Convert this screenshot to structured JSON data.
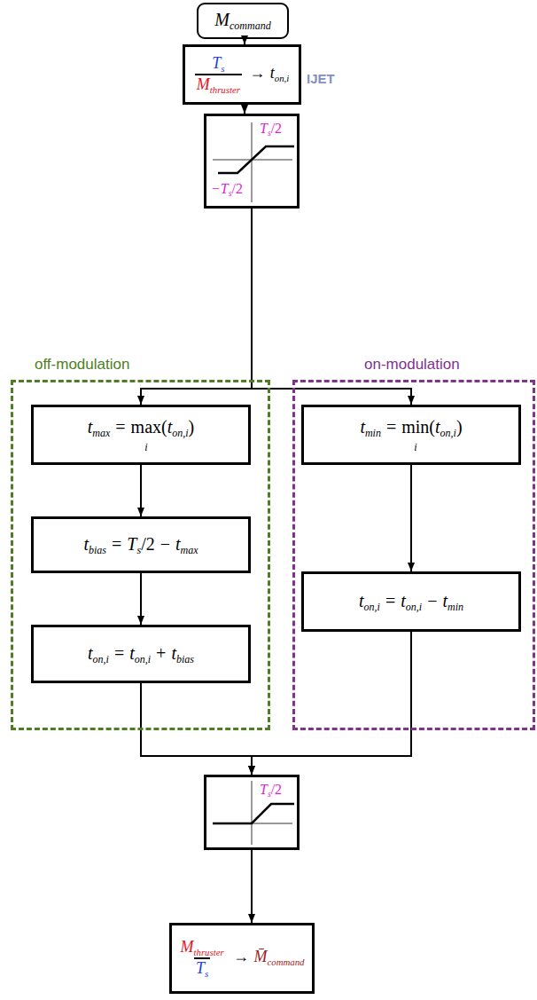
{
  "diagram": {
    "nodes": [
      {
        "text": [
          "M",
          "command"
        ]
      },
      {
        "text": [
          "T",
          "s",
          "M",
          "thruster",
          "→",
          "t",
          "on,i"
        ]
      },
      {
        "text": [
          "T",
          "s",
          "/2",
          "−T",
          "s",
          "/2"
        ]
      },
      {
        "text": [
          "off-modulation"
        ]
      },
      {
        "text": [
          "t",
          "max",
          "=",
          "max",
          "i",
          "(",
          "t",
          "on,i",
          ")"
        ],
        "in": 3
      },
      {
        "text": [
          "t",
          "bias",
          "=",
          "T",
          "s",
          "/2",
          "−",
          "t",
          "max"
        ],
        "in": 3
      },
      {
        "text": [
          "t",
          "on,i",
          "=",
          "t",
          "on,i",
          "+",
          "t",
          "bias"
        ],
        "in": 3
      },
      {
        "text": [
          "on-modulation"
        ]
      },
      {
        "text": [
          "t",
          "min",
          "=",
          "min",
          "i",
          "(",
          "t",
          "on,i",
          ")"
        ],
        "in": 7
      },
      {
        "text": [
          "t",
          "on,i",
          "=",
          "t",
          "on,i",
          "−",
          "t",
          "min"
        ],
        "in": 7
      },
      {
        "text": [
          "T",
          "s",
          "/2"
        ]
      },
      {
        "text": [
          "M",
          "thruster",
          "T",
          "s",
          "→",
          "M̄",
          "command"
        ]
      }
    ],
    "edges": [
      {
        "from": 0,
        "to": 1,
        "arrow": "to"
      },
      {
        "from": 1,
        "to": 2,
        "arrow": "to"
      },
      {
        "from": 2,
        "to": 4,
        "arrow": "to"
      },
      {
        "from": 2,
        "to": 8,
        "arrow": "to"
      },
      {
        "from": 4,
        "to": 5,
        "arrow": "to"
      },
      {
        "from": 5,
        "to": 6,
        "arrow": "to"
      },
      {
        "from": 8,
        "to": 9,
        "arrow": "to"
      },
      {
        "from": 6,
        "to": 10,
        "arrow": "to"
      },
      {
        "from": 9,
        "to": 10,
        "arrow": "to"
      },
      {
        "from": 10,
        "to": 11,
        "arrow": "to"
      }
    ],
    "labels": [
      "IJET"
    ]
  }
}
